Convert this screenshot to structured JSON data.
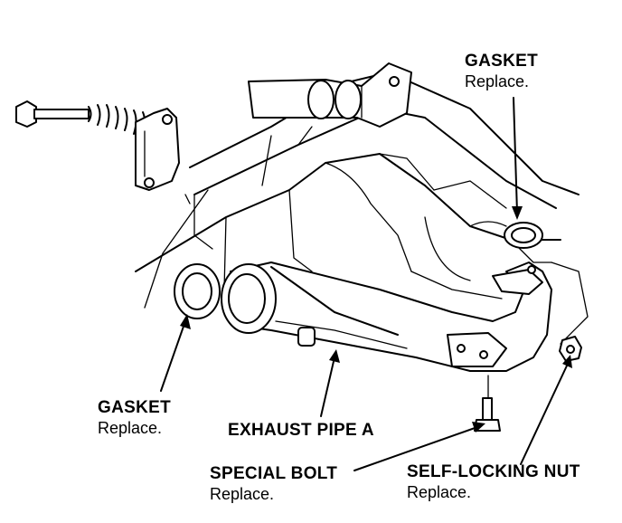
{
  "labels": {
    "gasket_top": {
      "title": "GASKET",
      "sub": "Replace."
    },
    "gasket_left": {
      "title": "GASKET",
      "sub": "Replace."
    },
    "exhaust_pipe": {
      "title": "EXHAUST PIPE A"
    },
    "special_bolt": {
      "title": "SPECIAL BOLT",
      "sub": "Replace."
    },
    "self_locking_nut": {
      "title": "SELF-LOCKING NUT",
      "sub": "Replace."
    }
  },
  "colors": {
    "ink": "#000000",
    "paper": "#ffffff"
  }
}
